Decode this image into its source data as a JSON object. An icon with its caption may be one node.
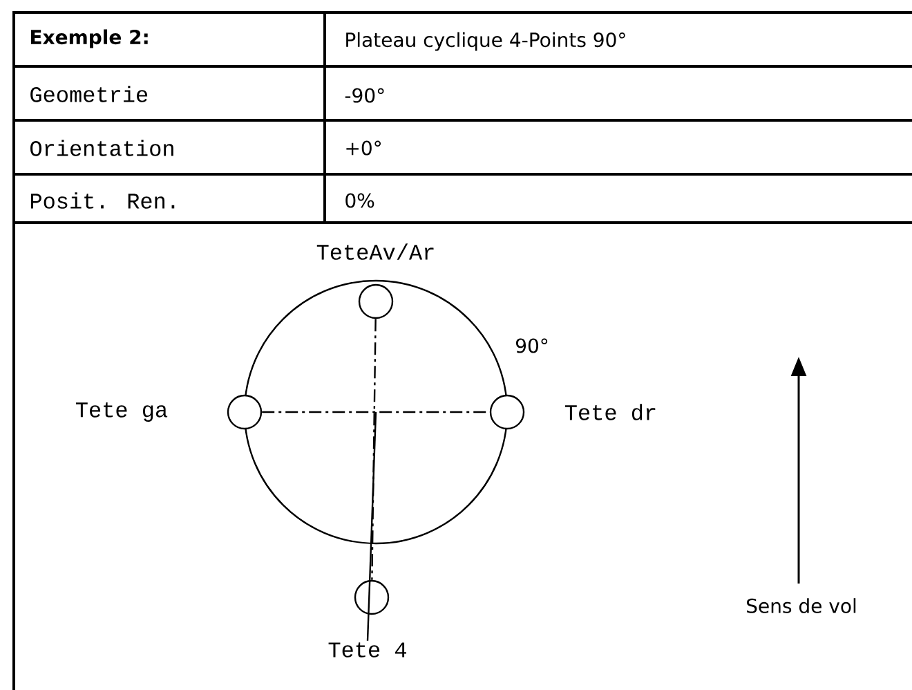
{
  "diagram": {
    "nodes": [
      {
        "text": [],
        "shape": "circle"
      },
      {
        "text": [],
        "shape": "circle",
        "beside": [
          "TeteAv/Ar"
        ],
        "in": 0
      },
      {
        "text": [],
        "shape": "circle",
        "beside": [
          "Tete ga"
        ],
        "in": 0
      },
      {
        "text": [],
        "shape": "circle",
        "beside": [
          "Tete dr"
        ],
        "in": 0
      },
      {
        "text": [],
        "shape": "circle"
      },
      {
        "text": [
          "Tete 4"
        ]
      }
    ],
    "edges": [
      {
        "from": 5,
        "to": 0,
        "arrow": "none"
      },
      {
        "from": 1,
        "to": 4,
        "arrow": "none",
        "style": "dashed"
      },
      {
        "from": 2,
        "to": 3,
        "arrow": "none",
        "style": "dashed"
      }
    ],
    "labels": [
      "Exemple 2:",
      "Plateau cyclique  4-Points 90°",
      "Geometrie",
      "-90°",
      "Orientation",
      "+0°",
      "Posit. Ren.",
      "0%",
      "90°",
      "Sens de vol"
    ]
  }
}
